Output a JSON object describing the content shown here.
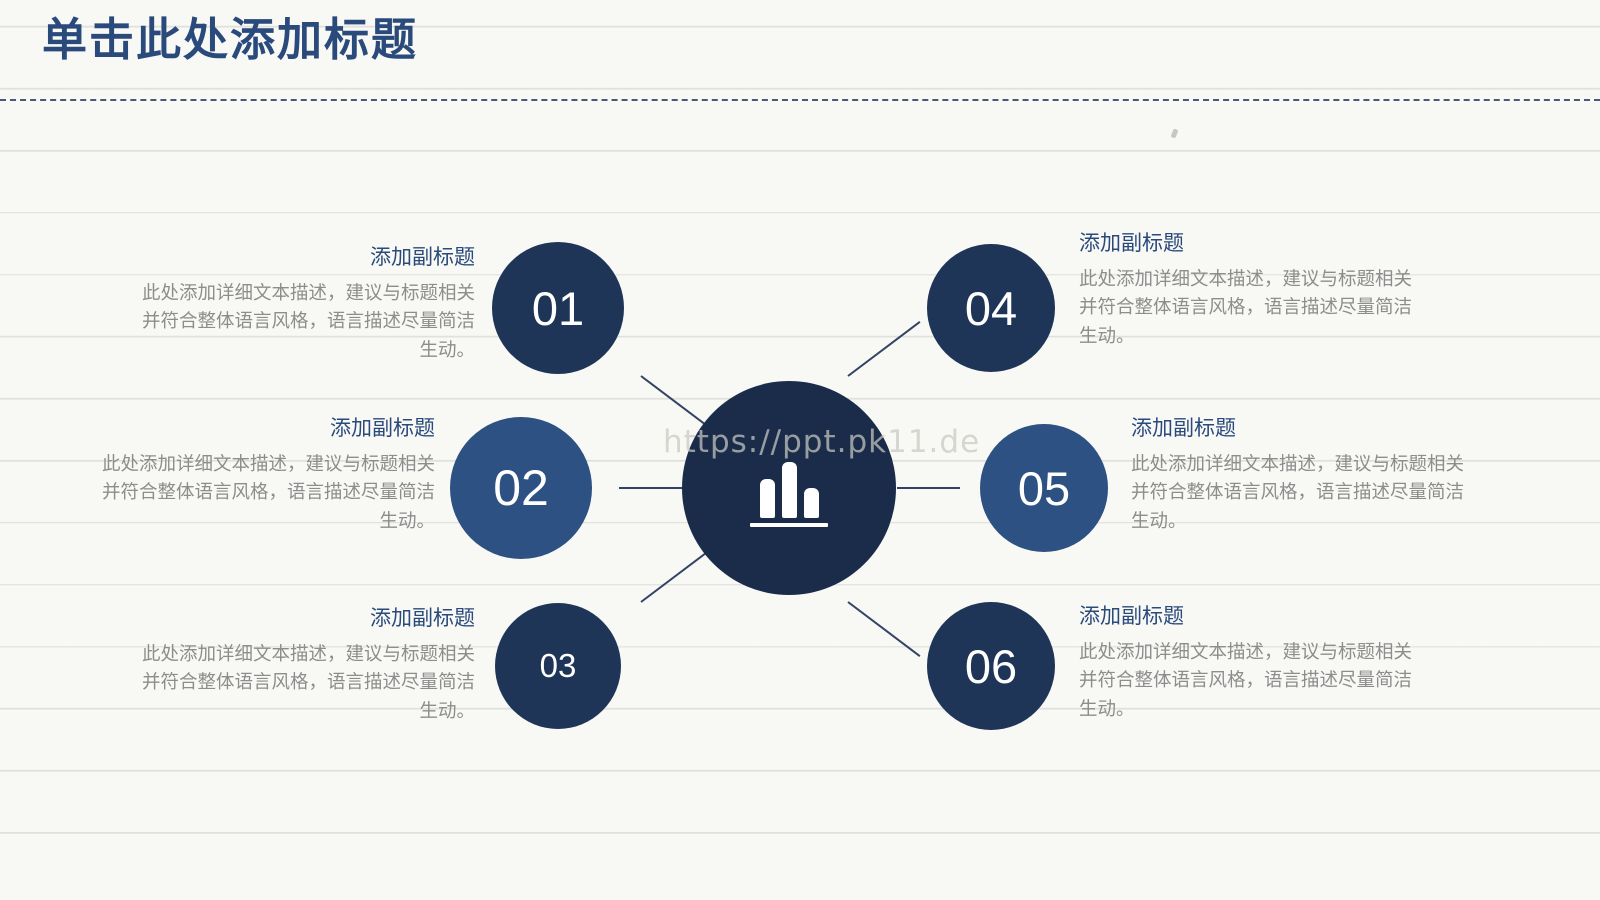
{
  "slide": {
    "title": "单击此处添加标题",
    "watermark": "https://ppt.pk11.de",
    "background_color": "#f8f8f5",
    "title_color": "#2a4a7c",
    "subtitle_color": "#2a4a7c",
    "body_color": "#8d8d8d"
  },
  "center": {
    "icon": "bar-chart-icon",
    "color": "#1b2c4b"
  },
  "items": [
    {
      "number": "01",
      "subtitle": "添加副标题",
      "body": "此处添加详细文本描述，建议与标题相关并符合整体语言风格，语言描述尽量简洁生动。",
      "color": "#1f3558",
      "side": "left"
    },
    {
      "number": "02",
      "subtitle": "添加副标题",
      "body": "此处添加详细文本描述，建议与标题相关并符合整体语言风格，语言描述尽量简洁生动。",
      "color": "#2d5182",
      "side": "left"
    },
    {
      "number": "03",
      "subtitle": "添加副标题",
      "body": "此处添加详细文本描述，建议与标题相关并符合整体语言风格，语言描述尽量简洁生动。",
      "color": "#1f3558",
      "side": "left"
    },
    {
      "number": "04",
      "subtitle": "添加副标题",
      "body": "此处添加详细文本描述，建议与标题相关并符合整体语言风格，语言描述尽量简洁生动。",
      "color": "#1f3558",
      "side": "right"
    },
    {
      "number": "05",
      "subtitle": "添加副标题",
      "body": "此处添加详细文本描述，建议与标题相关并符合整体语言风格，语言描述尽量简洁生动。",
      "color": "#2d5182",
      "side": "right"
    },
    {
      "number": "06",
      "subtitle": "添加副标题",
      "body": "此处添加详细文本描述，建议与标题相关并符合整体语言风格，语言描述尽量简洁生动。",
      "color": "#1f3558",
      "side": "right"
    }
  ]
}
